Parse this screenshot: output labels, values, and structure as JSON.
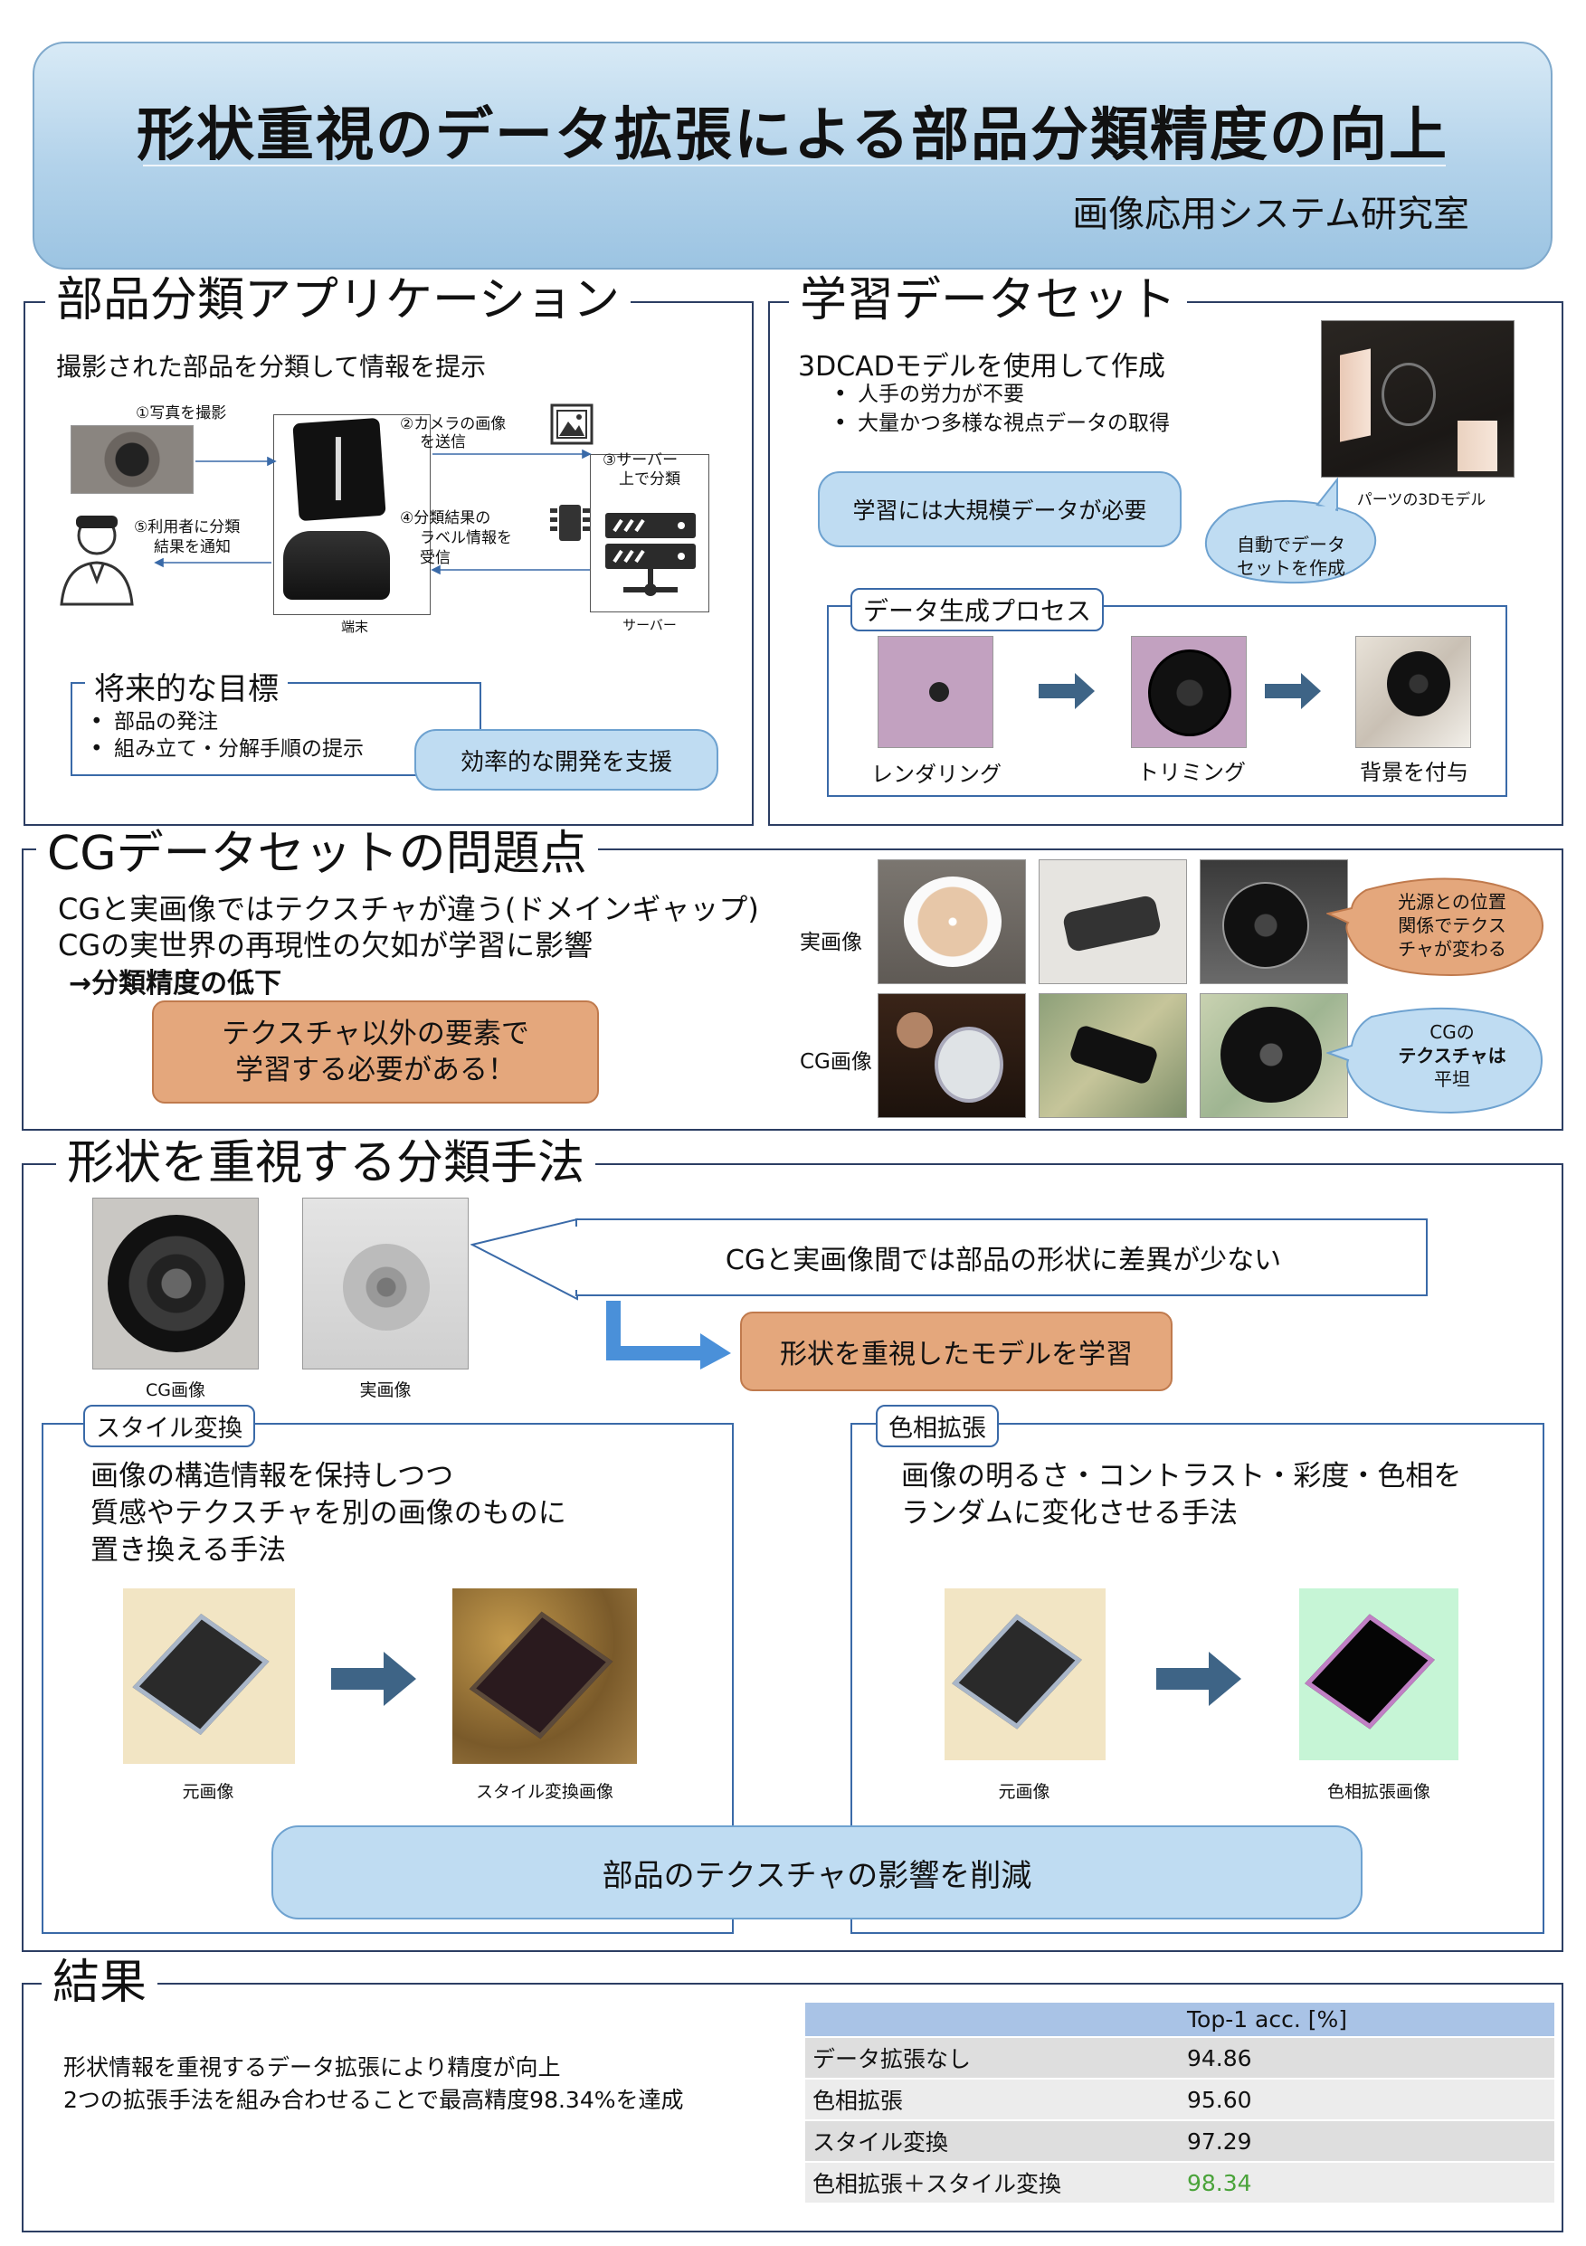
{
  "header": {
    "title": "形状重視のデータ拡張による部品分類精度の向上",
    "lab": "画像応用システム研究室"
  },
  "app": {
    "title": "部品分類アプリケーション",
    "desc": "撮影された部品を分類して情報を提示",
    "steps": {
      "s1": "①写真を撮影",
      "s2a": "②カメラの画像",
      "s2b": "を送信",
      "s3a": "③サーバー",
      "s3b": "上で分類",
      "s4a": "④分類結果の",
      "s4b": "ラベル情報を",
      "s4c": "受信",
      "s5a": "⑤利用者に分類",
      "s5b": "結果を通知"
    },
    "terminal": "端末",
    "server": "サーバー",
    "future_title": "将来的な目標",
    "future_items": [
      "部品の発注",
      "組み立て・分解手順の提示"
    ],
    "support": "効率的な開発を支援"
  },
  "dataset": {
    "title": "学習データセット",
    "line1": "3DCADモデルを使用して作成",
    "bullets": [
      "人手の労力が不要",
      "大量かつ多様な視点データの取得"
    ],
    "model_caption": "パーツの3Dモデル",
    "need": "学習には大規模データが必要",
    "auto_a": "自動でデータ",
    "auto_b": "セットを作成",
    "process_title": "データ生成プロセス",
    "steps": [
      "レンダリング",
      "トリミング",
      "背景を付与"
    ]
  },
  "problem": {
    "title": "CGデータセットの問題点",
    "line1": "CGと実画像ではテクスチャが違う(ドメインギャップ)",
    "line2": "CGの実世界の再現性の欠如が学習に影響",
    "line3": "→分類精度の低下",
    "box_a": "テクスチャ以外の要素で",
    "box_b": "学習する必要がある！",
    "real_label": "実画像",
    "cg_label": "CG画像",
    "bubble1": [
      "光源との位置",
      "関係でテクス",
      "チャが変わる"
    ],
    "bubble2": [
      "CGの",
      "テクスチャは",
      "平坦"
    ]
  },
  "method": {
    "title": "形状を重視する分類手法",
    "cg_caption": "CG画像",
    "real_caption": "実画像",
    "statement": "CGと実画像間では部品の形状に差異が少ない",
    "learn": "形状を重視したモデルを学習",
    "style": {
      "title": "スタイル変換",
      "desc": [
        "画像の構造情報を保持しつつ",
        "質感やテクスチャを別の画像のものに",
        "置き換える手法"
      ],
      "cap_src": "元画像",
      "cap_dst": "スタイル変換画像"
    },
    "hue": {
      "title": "色相拡張",
      "desc": [
        "画像の明るさ・コントラスト・彩度・色相を",
        "ランダムに変化させる手法"
      ],
      "cap_src": "元画像",
      "cap_dst": "色相拡張画像"
    },
    "reduce": "部品のテクスチャの影響を削減"
  },
  "results": {
    "title": "結果",
    "line1": "形状情報を重視するデータ拡張により精度が向上",
    "line2": "2つの拡張手法を組み合わせることで最高精度98.34%を達成",
    "header": [
      "",
      "Top-1 acc. [%]"
    ],
    "rows": [
      [
        "データ拡張なし",
        "94.86"
      ],
      [
        "色相拡張",
        "95.60"
      ],
      [
        "スタイル変換",
        "97.29"
      ],
      [
        "色相拡張＋スタイル変換",
        "98.34"
      ]
    ]
  },
  "colors": {
    "accent_blue": "#bfdcf2",
    "accent_orange": "#e4a77c",
    "frame": "#2c3e63",
    "arrow": "#3e6486",
    "best": "#4aa33a"
  }
}
